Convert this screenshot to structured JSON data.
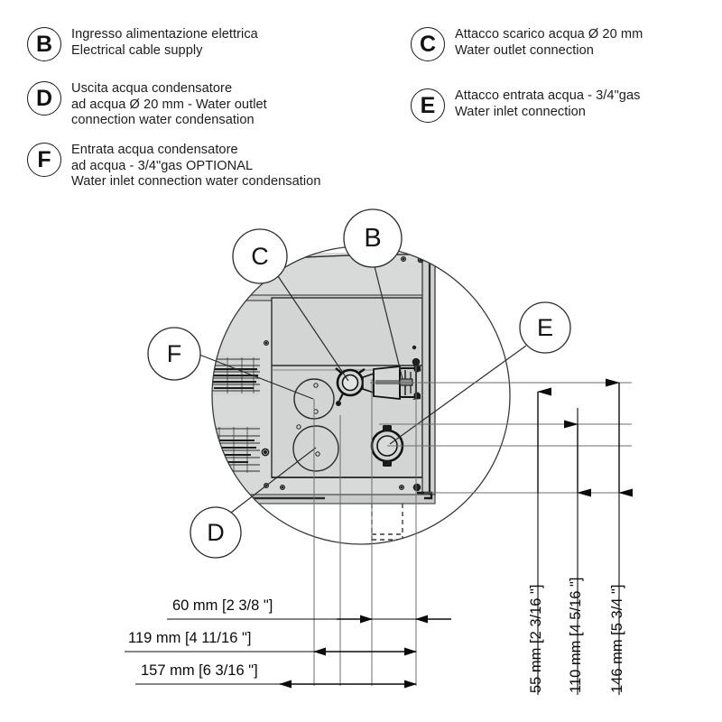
{
  "document": {
    "type": "technical-drawing",
    "title": "Connection detail view with dimensions"
  },
  "legend": {
    "items": [
      {
        "letter": "B",
        "lines": [
          "Ingresso alimentazione elettrica",
          "Electrical cable supply"
        ]
      },
      {
        "letter": "C",
        "lines": [
          "Attacco scarico acqua Ø 20 mm",
          "Water outlet connection"
        ]
      },
      {
        "letter": "D",
        "lines": [
          "Uscita acqua condensatore",
          "ad acqua Ø 20 mm - Water outlet",
          "connection water condensation"
        ]
      },
      {
        "letter": "E",
        "lines": [
          "Attacco entrata acqua - 3/4\"gas",
          "Water inlet connection"
        ]
      },
      {
        "letter": "F",
        "lines": [
          "Entrata acqua condensatore",
          "ad acqua - 3/4\"gas OPTIONAL",
          "Water inlet connection water condensation"
        ]
      }
    ]
  },
  "callouts": [
    {
      "letter": "C",
      "target": "water-outlet-fitting"
    },
    {
      "letter": "B",
      "target": "electrical-cable-entry"
    },
    {
      "letter": "E",
      "target": "water-inlet-ring-fitting"
    },
    {
      "letter": "F",
      "target": "upper-knockout-hole"
    },
    {
      "letter": "D",
      "target": "lower-knockout-hole"
    }
  ],
  "dimensions": {
    "horizontal": [
      {
        "id": "dim-60",
        "label": "60 mm [2 3/8 \"]",
        "value_mm": 60,
        "value_in": "2 3/8"
      },
      {
        "id": "dim-119",
        "label": "119 mm [4 11/16 \"]",
        "value_mm": 119,
        "value_in": "4 11/16"
      },
      {
        "id": "dim-157",
        "label": "157 mm [6 3/16 \"]",
        "value_mm": 157,
        "value_in": "6 3/16"
      }
    ],
    "vertical": [
      {
        "id": "dim-55",
        "label": "55 mm [2 3/16 \"]",
        "value_mm": 55,
        "value_in": "2 3/16"
      },
      {
        "id": "dim-110",
        "label": "110 mm [4 5/16 \"]",
        "value_mm": 110,
        "value_in": "4 5/16"
      },
      {
        "id": "dim-146",
        "label": "146 mm [5 3/4 \"]",
        "value_mm": 146,
        "value_in": "5 3/4"
      }
    ]
  },
  "colors": {
    "line": "#1b1b1b",
    "panel_fill": "#d6d8d7",
    "panel_fill_light": "#dcdedd",
    "thin_line": "#555555",
    "background": "#ffffff"
  }
}
